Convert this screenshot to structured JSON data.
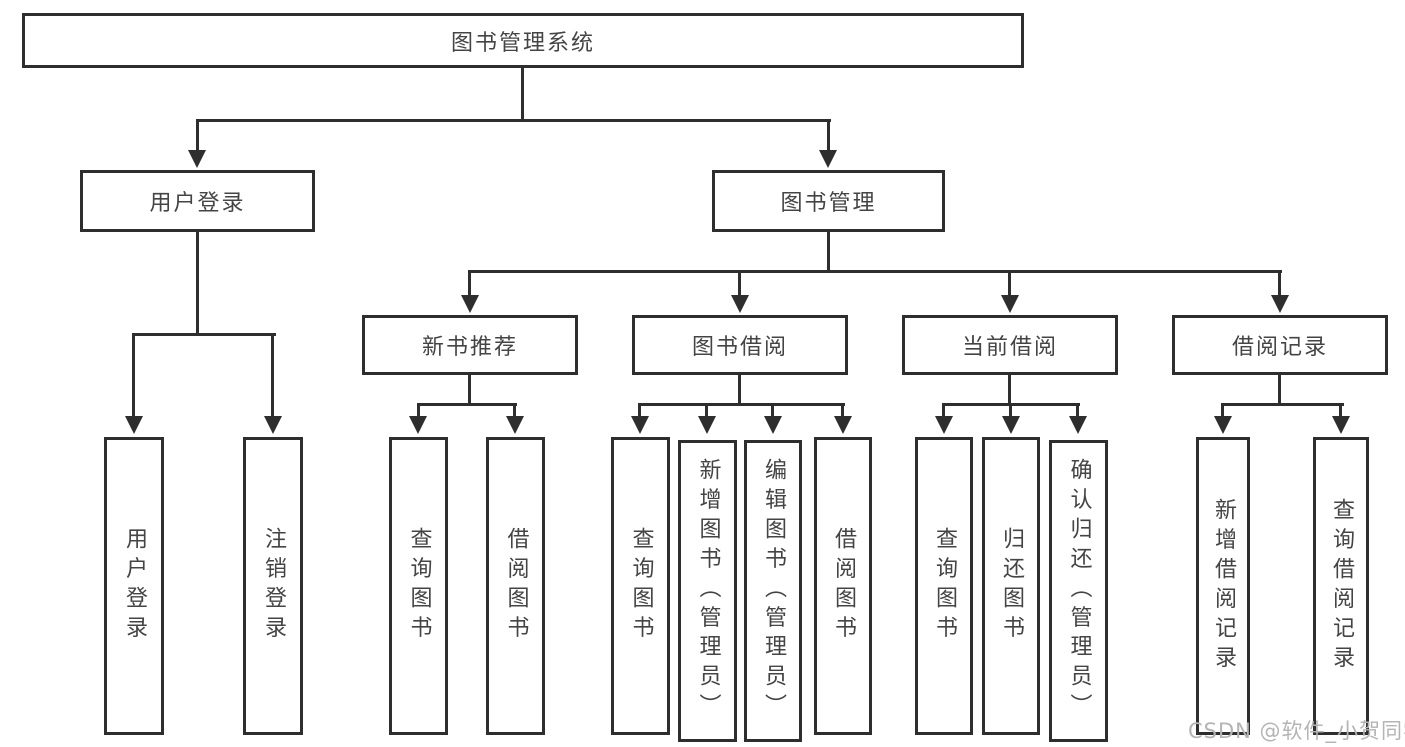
{
  "colors": {
    "line": "#2e2e2e",
    "text": "#444444",
    "watermark": "#b4b4b4",
    "bg": "#ffffff"
  },
  "watermark": {
    "text": "CSDN @软件_小贺同学"
  },
  "tree": {
    "root": {
      "label": "图书管理系统"
    },
    "branches": [
      {
        "label": "用户登录",
        "children": [
          {
            "label": "用户登录"
          },
          {
            "label": "注销登录"
          }
        ]
      },
      {
        "label": "图书管理",
        "groups": [
          {
            "label": "新书推荐",
            "children": [
              {
                "label": "查询图书"
              },
              {
                "label": "借阅图书"
              }
            ]
          },
          {
            "label": "图书借阅",
            "children": [
              {
                "label": "查询图书"
              },
              {
                "label": "新增图书（管理员）"
              },
              {
                "label": "编辑图书（管理员）"
              },
              {
                "label": "借阅图书"
              }
            ]
          },
          {
            "label": "当前借阅",
            "children": [
              {
                "label": "查询图书"
              },
              {
                "label": "归还图书"
              },
              {
                "label": "确认归还（管理员）"
              }
            ]
          },
          {
            "label": "借阅记录",
            "children": [
              {
                "label": "新增借阅记录"
              },
              {
                "label": "查询借阅记录"
              }
            ]
          }
        ]
      }
    ]
  }
}
